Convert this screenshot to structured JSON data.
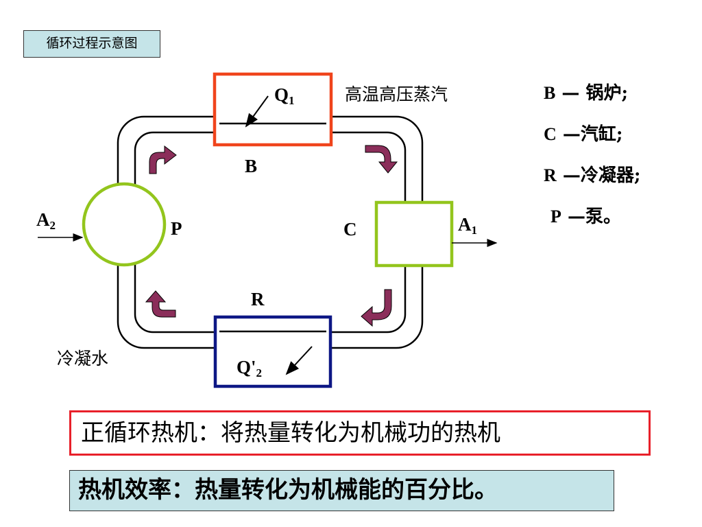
{
  "title": "循环过程示意图",
  "labels": {
    "q1_main": "Q",
    "q1_sub": "1",
    "q2_main": "Q'",
    "q2_sub": "2",
    "a1_main": "A",
    "a1_sub": "1",
    "a2_main": "A",
    "a2_sub": "2",
    "b": "B",
    "c": "C",
    "r": "R",
    "p": "P"
  },
  "steam_label": "高温高压蒸汽",
  "condensate_label": "冷凝水",
  "legend": [
    {
      "key": "B",
      "text": " — 锅炉;"
    },
    {
      "key": "C",
      "text": " —汽缸;"
    },
    {
      "key": "R",
      "text": " —冷凝器;"
    },
    {
      "key": "P",
      "text": " —泵。"
    }
  ],
  "definition": "正循环热机：将热量转化为机械功的热机",
  "efficiency": "热机效率：热量转化为机械能的百分比。",
  "colors": {
    "boiler_border": "#f0441c",
    "condenser_border": "#0d1785",
    "component_green": "#93c51d",
    "flow_arrow": "#8b2e5a",
    "definition_border": "#e8202a",
    "box_fill": "#c5e4e8"
  }
}
